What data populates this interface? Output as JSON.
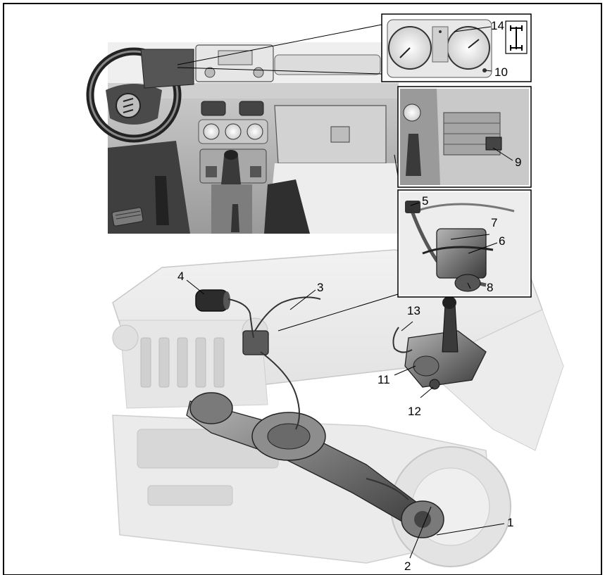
{
  "figure": {
    "callouts": {
      "c1": "1",
      "c2": "2",
      "c3": "3",
      "c4": "4",
      "c5": "5",
      "c6": "6",
      "c7": "7",
      "c8": "8",
      "c9": "9",
      "c10": "10",
      "c11": "11",
      "c12": "12",
      "c13": "13",
      "c14": "14"
    }
  }
}
